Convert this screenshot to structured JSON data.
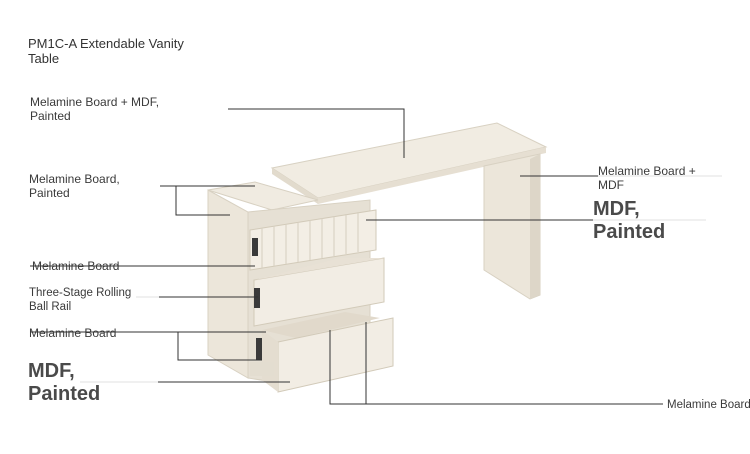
{
  "title": "PM1C-A Extendable Vanity Table",
  "labels": {
    "top_left": "Melamine Board + MDF,\nPainted",
    "side_left": "Melamine Board,\nPainted",
    "right_top": "Melamine Board +\nMDF",
    "right_big": "MDF,\nPainted",
    "drawer_board": "Melamine Board",
    "rail": "Three-Stage Rolling\nBall Rail",
    "bottom_board": "Melamine Board",
    "bottom_big": "MDF,\nPainted",
    "bottom_right": "Melamine Board"
  },
  "colors": {
    "furniture": "#efe9de",
    "furniture_shade": "#ddd6c8",
    "furniture_dark": "#c9c1b1",
    "rail": "#3a3a3a",
    "line": "#333333"
  }
}
